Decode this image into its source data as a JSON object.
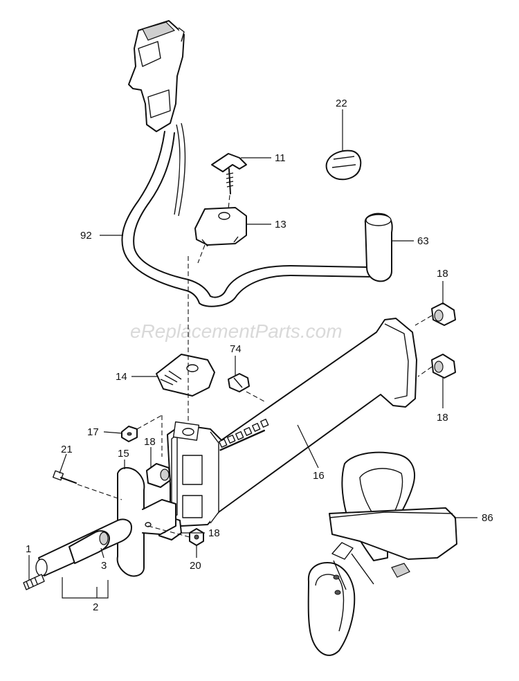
{
  "watermark": "eReplacementParts.com",
  "part_labels": {
    "p1": "1",
    "p2": "2",
    "p3": "3",
    "p11": "11",
    "p13": "13",
    "p14": "14",
    "p15": "15",
    "p16": "16",
    "p17": "17",
    "p18a": "18",
    "p18b": "18",
    "p18c": "18",
    "p18d": "18",
    "p20": "20",
    "p21": "21",
    "p22": "22",
    "p63": "63",
    "p74": "74",
    "p86": "86",
    "p92": "92"
  }
}
